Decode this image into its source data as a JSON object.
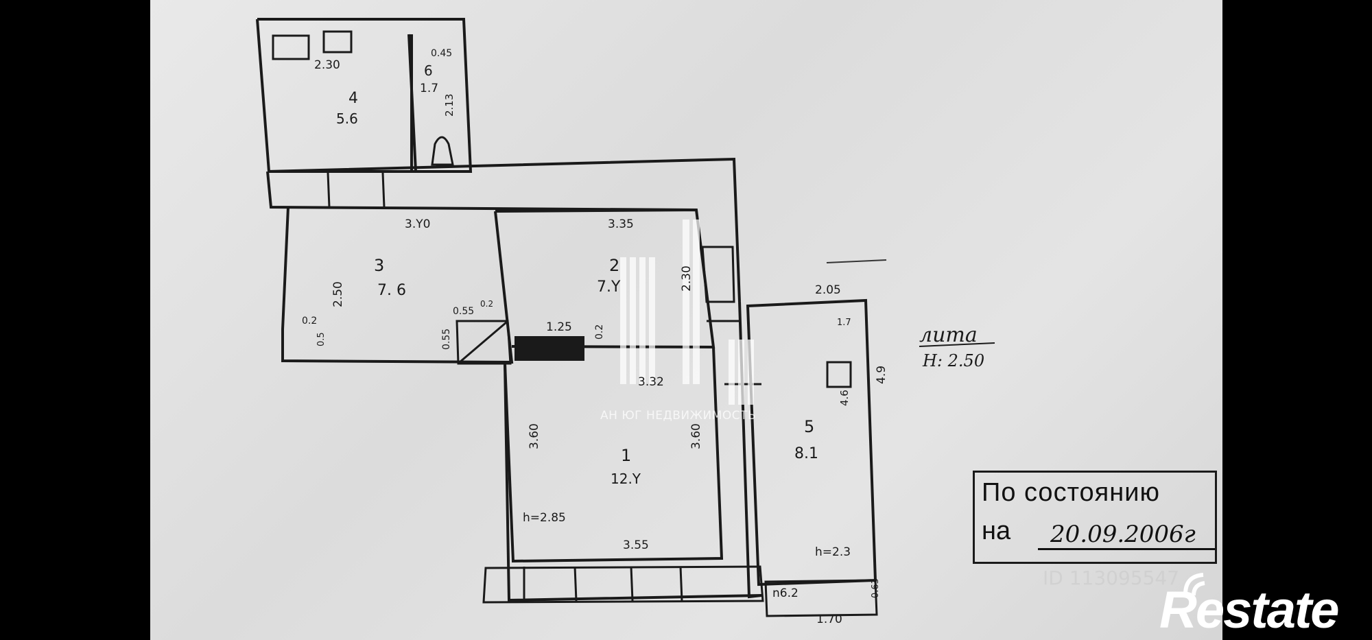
{
  "rooms": [
    {
      "number": "1",
      "area": "12.Y"
    },
    {
      "number": "2",
      "area": "7.Y"
    },
    {
      "number": "3",
      "area": "7. 6"
    },
    {
      "number": "4",
      "area": "5.6"
    },
    {
      "number": "5",
      "area": "8.1"
    },
    {
      "number": "6",
      "area": "1.7"
    }
  ],
  "dimensions": {
    "r4_top": "2.30",
    "r6_w": "0.45",
    "r6_h": "2.13",
    "r3_top": "3.Y0",
    "r3_left": "2.50",
    "r3_small_a": "0.2",
    "r3_small_b": "0.5",
    "r3_corner_a": "0.55",
    "r3_corner_b": "0.2",
    "r3_corner_c": "0.55",
    "r2_top": "3.35",
    "r2_right": "2.30",
    "hall_w": "1.25",
    "hall_small": "0.2",
    "r1_top": "3.32",
    "r1_left": "3.60",
    "r1_right": "3.60",
    "r1_bottom": "3.55",
    "r1_height": "h=2.85",
    "r5_top": "2.05",
    "r5_small": "1.7",
    "r5_right": "4.9",
    "r5_inner": "4.6",
    "r5_height": "h=2.3",
    "r5_bottom": "1.70",
    "r5_bottom_small": "0.63",
    "balcony": "n6.2"
  },
  "litera": {
    "label": "лита",
    "height": "Н: 2.50"
  },
  "stamp": {
    "line1": "По состоянию",
    "line2": "на",
    "date": "20.09.2006г"
  },
  "watermark": {
    "agency": "АН ЮГ НЕДВИЖИМОСТЬ",
    "id_text": "ID 113095547"
  },
  "brand": {
    "name": "Restate"
  },
  "colors": {
    "ink": "#1a1a1a",
    "paper": "#e2e2e2",
    "background": "#000000",
    "brand": "#ffffff"
  }
}
